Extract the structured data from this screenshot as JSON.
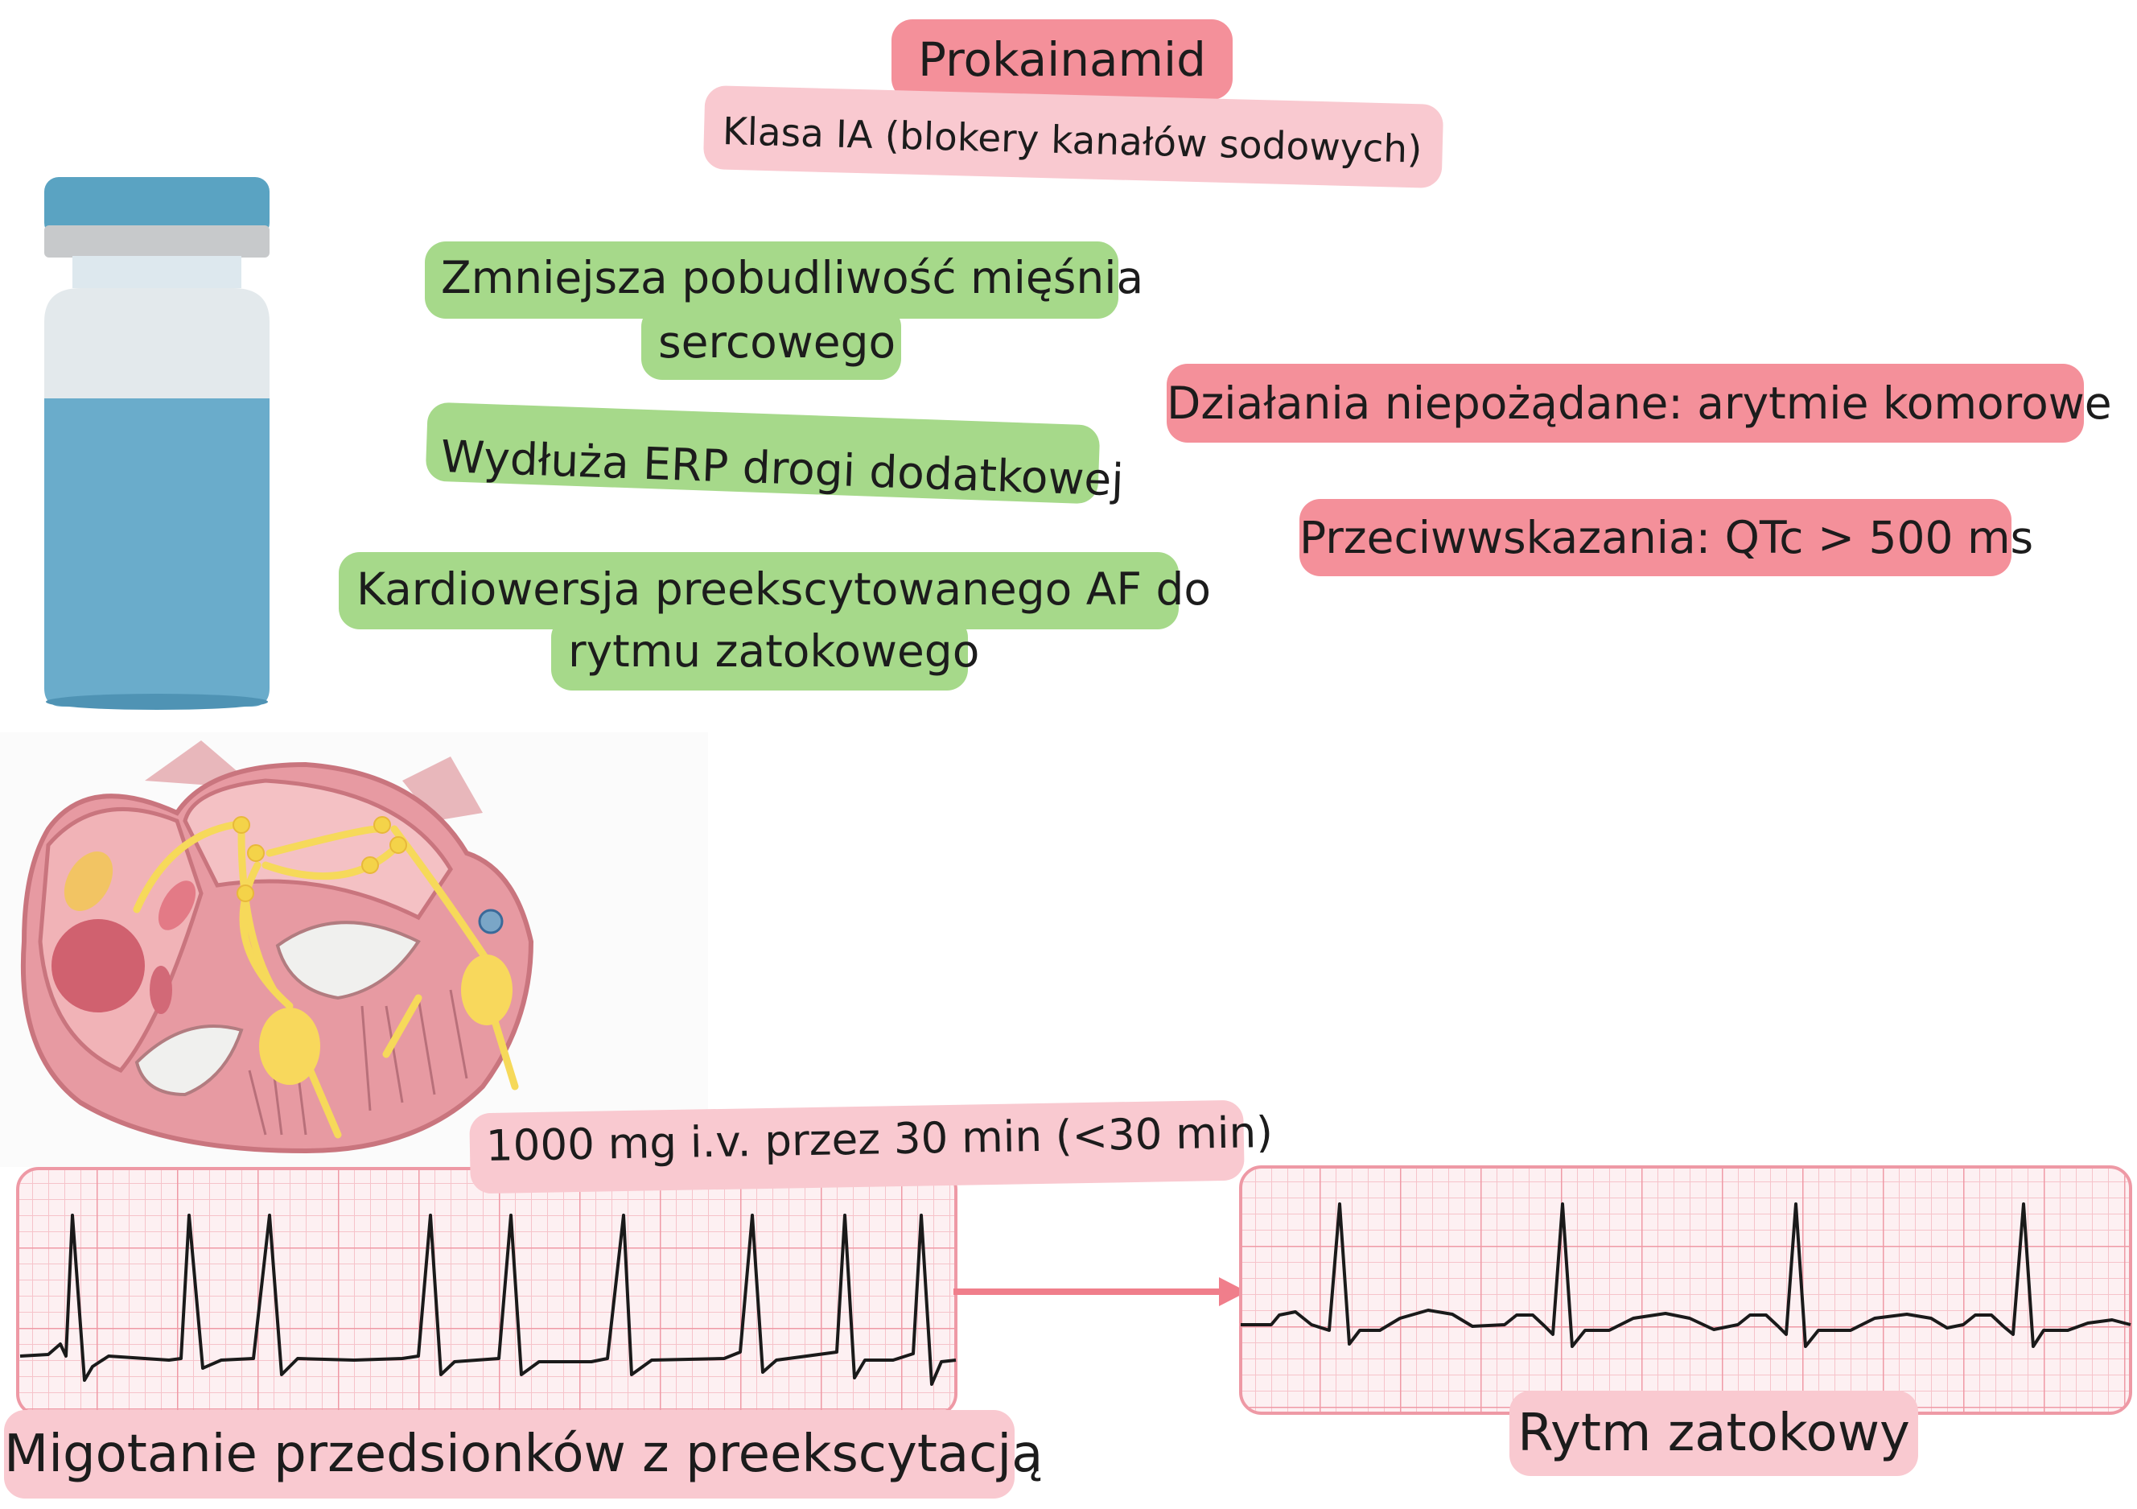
{
  "title": "Prokainamid",
  "drug_class": "Klasa IA (blokery kanałów sodowych)",
  "effects": {
    "e1_line1": "Zmniejsza pobudliwość mięśnia",
    "e1_line2": "sercowego",
    "e2": "Wydłuża ERP drogi dodatkowej",
    "e3_line1": "Kardiowersja preekscytowanego AF do",
    "e3_line2": "rytmu zatokowego"
  },
  "adverse": "Działania niepożądane: arytmie komorowe",
  "contraindication": "Przeciwwskazania: QTc > 500 ms",
  "dose": "1000 mg i.v. przez 30 min (<30 min)",
  "ecg_before_label": "Migotanie przedsionków z preekscytacją",
  "ecg_after_label": "Rytm zatokowy",
  "colors": {
    "green": "#a6d98a",
    "red": "#f4909a",
    "pink": "#f9c9d0",
    "vial_blue": "#6aa8c7",
    "ecg_grid": "#f1a2ad"
  },
  "icons": [
    "vial-icon",
    "heart-illustration",
    "ecg-strip",
    "arrow-right-icon"
  ]
}
